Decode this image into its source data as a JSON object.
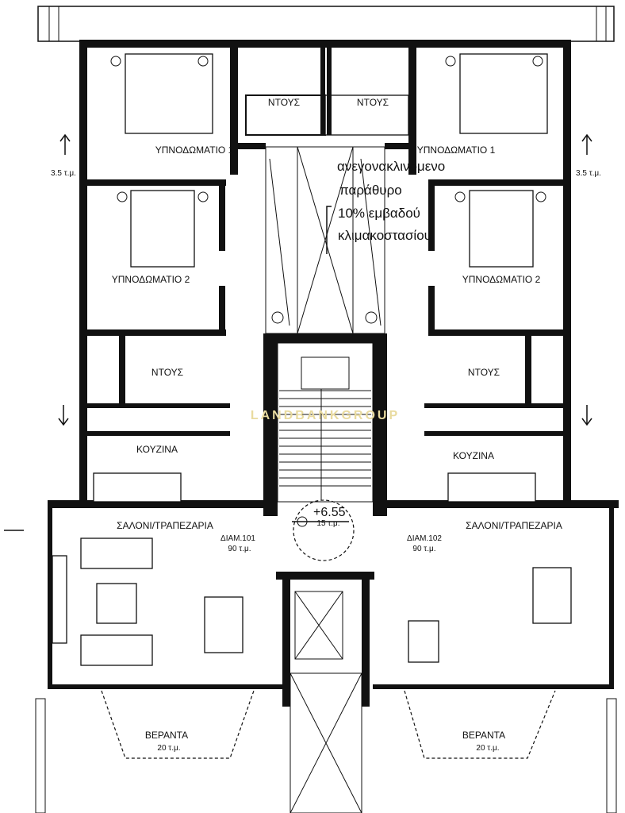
{
  "rooms": {
    "shower_top_left": "ΝΤΟΥΣ",
    "shower_top_right": "ΝΤΟΥΣ",
    "shower_mid_left": "ΝΤΟΥΣ",
    "shower_mid_right": "ΝΤΟΥΣ",
    "bedroom1_left": "ΥΠΝΟΔΩΜΑΤΙΟ 1",
    "bedroom1_right": "ΥΠΝΟΔΩΜΑΤΙΟ 1",
    "bedroom2_left": "ΥΠΝΟΔΩΜΑΤΙΟ 2",
    "bedroom2_right": "ΥΠΝΟΔΩΜΑΤΙΟ 2",
    "kitchen_left": "ΚΟΥΖΙΝΑ",
    "kitchen_right": "ΚΟΥΖΙΝΑ",
    "living_left": "ΣΑΛΟΝΙ/ΤΡΑΠΕΖΑΡΙΑ",
    "living_right": "ΣΑΛΟΝΙ/ΤΡΑΠΕΖΑΡΙΑ",
    "veranda_left": "ΒΕΡΑΝΤΑ",
    "veranda_right": "ΒΕΡΑΝΤΑ"
  },
  "areas": {
    "veranda_left": "20 τ.μ.",
    "veranda_right": "20 τ.μ.",
    "side_left": "3.5 τ.μ.",
    "side_right": "3.5 τ.μ.",
    "apt_left_name": "ΔΙΑΜ.101",
    "apt_left_area": "90 τ.μ.",
    "apt_right_name": "ΔΙΑΜ.102",
    "apt_right_area": "90 τ.μ.",
    "landing_level": "+6.55",
    "landing_area": "15 τ.μ."
  },
  "note": {
    "line1": "ανεγονακλινόμενο",
    "line2": "παράθυρο",
    "line3": "10% εμβαδού",
    "line4": "κλιμακοστασίου"
  },
  "watermark": "LANDBANKGROUP"
}
